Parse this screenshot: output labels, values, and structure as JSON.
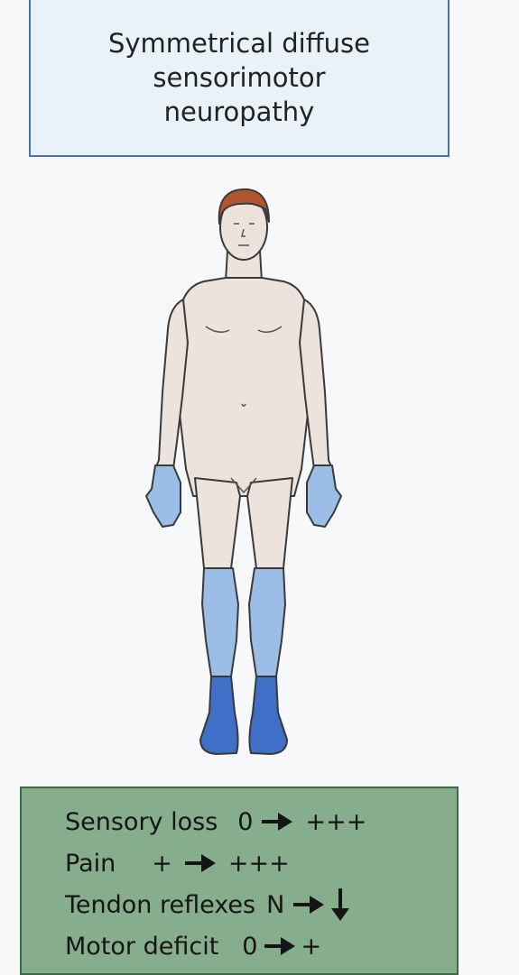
{
  "title": {
    "lines": [
      "Symmetrical diffuse",
      "sensorimotor",
      "neuropathy"
    ]
  },
  "figure": {
    "skin_color": "#ebe3dc",
    "hair_color": "#b0562e",
    "affected_light_color": "#9bbde6",
    "affected_dark_color": "#3f6fc7"
  },
  "legend": {
    "rows": [
      {
        "label": "Sensory loss",
        "from": "0",
        "to": "+++"
      },
      {
        "label": "Pain",
        "from": "+",
        "to": "+++"
      },
      {
        "label": "Tendon reflexes",
        "from": "N",
        "to": ""
      },
      {
        "label": "Motor deficit",
        "from": "0",
        "to": "+"
      }
    ]
  }
}
